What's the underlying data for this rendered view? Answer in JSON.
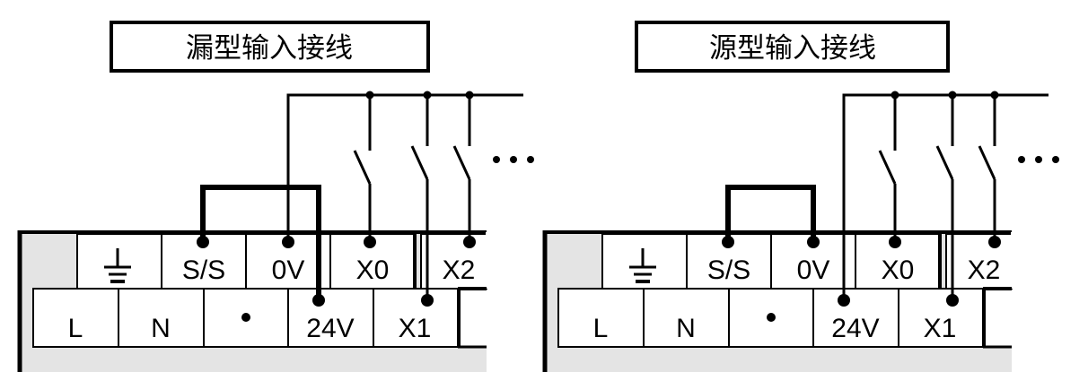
{
  "colors": {
    "line": "#000000",
    "housing": "#e4e4e4",
    "terminal_fill": "#ffffff"
  },
  "diagrams": [
    {
      "id": "sink",
      "title": "漏型输入接线",
      "top_row": [
        "ground-symbol",
        "S/S",
        "0V",
        "X0",
        "X2"
      ],
      "bottom_row": [
        "L",
        "N",
        "•",
        "24V",
        "X1"
      ],
      "common_connects_to": "0V",
      "jumper": [
        "S/S",
        "24V"
      ],
      "switch_inputs": [
        "X0",
        "X1",
        "X2"
      ],
      "ellipsis": "•••"
    },
    {
      "id": "source",
      "title": "源型输入接线",
      "top_row": [
        "ground-symbol",
        "S/S",
        "0V",
        "X0",
        "X2"
      ],
      "bottom_row": [
        "L",
        "N",
        "•",
        "24V",
        "X1"
      ],
      "common_connects_to": "24V",
      "jumper": [
        "S/S",
        "0V"
      ],
      "switch_inputs": [
        "X0",
        "X1",
        "X2"
      ],
      "ellipsis": "•••"
    }
  ]
}
